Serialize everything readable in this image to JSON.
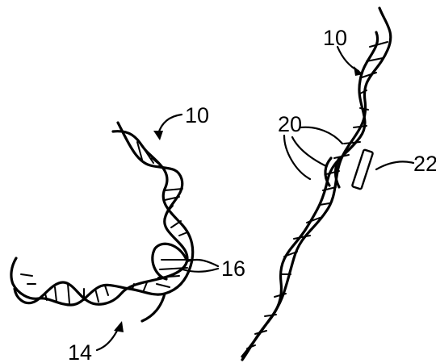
{
  "figure": {
    "labels": {
      "left_strand_ref": "10",
      "right_strand_ref": "10",
      "triplex_region_ref": "16",
      "tail_ref": "14",
      "binding_sites_ref": "20",
      "probe_ref": "22"
    }
  }
}
